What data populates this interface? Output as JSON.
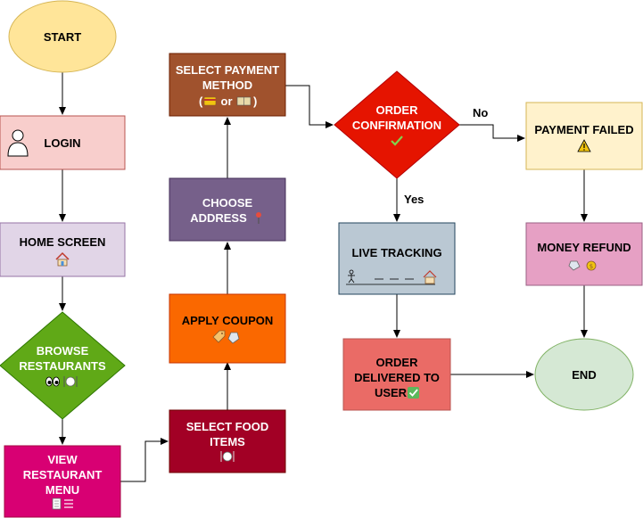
{
  "nodes": {
    "start": "START",
    "login": "LOGIN",
    "home": "HOME SCREEN",
    "browse_1": "BROWSE",
    "browse_2": "RESTAURANTS",
    "view_1": "VIEW",
    "view_2": "RESTAURANT",
    "view_3": "MENU",
    "select_food_1": "SELECT FOOD",
    "select_food_2": "ITEMS",
    "apply_coupon": "APPLY COUPON",
    "choose_1": "CHOOSE",
    "choose_2": "ADDRESS",
    "payment_1": "SELECT PAYMENT",
    "payment_2": "METHOD",
    "payment_or": "or",
    "order_1": "ORDER",
    "order_2": "CONFIRMATION",
    "live_tracking": "LIVE TRACKING",
    "delivered_1": "ORDER",
    "delivered_2": "DELIVERED TO",
    "delivered_3": "USER",
    "payment_failed": "PAYMENT FAILED",
    "money_refund": "MONEY REFUND",
    "end": "END"
  },
  "edges": {
    "yes": "Yes",
    "no": "No"
  },
  "icons": {
    "home": "house-icon",
    "browse": "eyes-plate-icon",
    "view": "menu-icon",
    "food": "plate-icon",
    "coupon": "tag-icon",
    "address": "pin-icon",
    "card": "card-icon",
    "cash": "cash-icon",
    "check": "check-icon",
    "warning": "warning-icon",
    "refund": "money-bag-icon",
    "tracking": "tracking-icon"
  },
  "colors": {
    "start": "#ffe599",
    "login": "#f8cecc",
    "home": "#e1d5e7",
    "browse": "#60a917",
    "view": "#d80073",
    "select_food": "#a20025",
    "apply_coupon": "#fa6800",
    "choose_address": "#76608a",
    "payment": "#a0522d",
    "order_confirmation": "#e51400",
    "live_tracking": "#bac8d3",
    "delivered": "#ea6b66",
    "payment_failed": "#fff2cc",
    "money_refund": "#e6a0c4",
    "end": "#d5e8d4"
  }
}
